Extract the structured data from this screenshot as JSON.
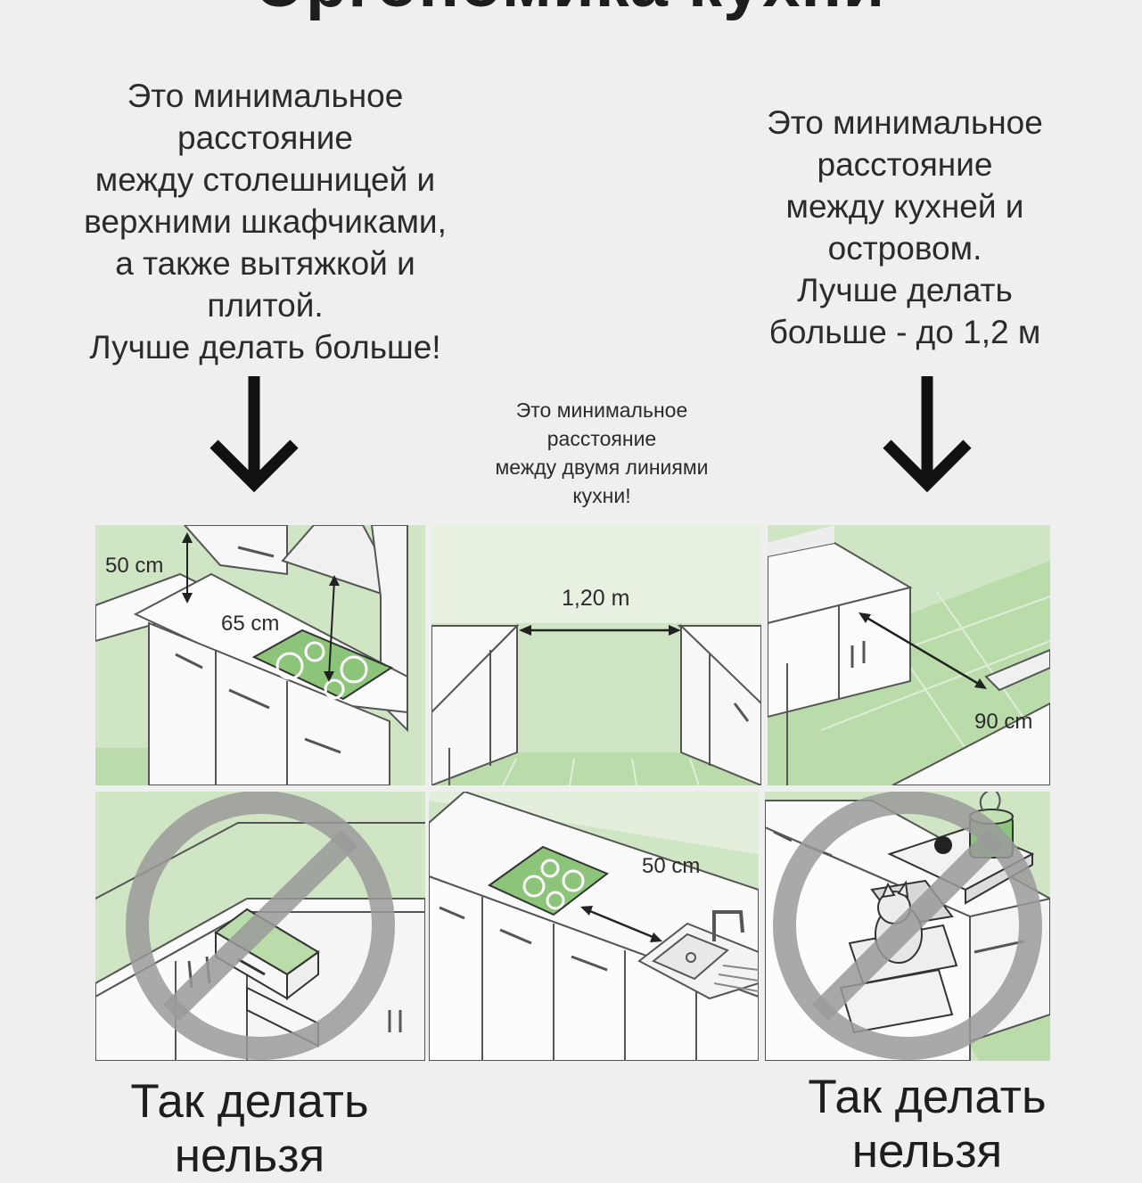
{
  "title": "Эргономика кухни",
  "captions": {
    "left": [
      "Это минимальное",
      "расстояние",
      "между столешницей и",
      "верхними шкафчиками,",
      "а также вытяжкой и",
      "плитой.",
      "Лучше делать больше!"
    ],
    "right": [
      "Это минимальное",
      "расстояние",
      "между кухней и",
      "островом.",
      "Лучше делать",
      "больше - до 1,2 м"
    ],
    "center": [
      "Это минимальное",
      "расстояние",
      "между двумя линиями",
      "кухни!"
    ]
  },
  "labels": {
    "p1_a": "50 cm",
    "p1_b": "65 cm",
    "p2_a": "1,20 m",
    "p3_a": "90 cm",
    "p5_a": "50 cm"
  },
  "bottom": {
    "left": "Так делать нельзя",
    "right": "Так делать нельзя"
  },
  "colors": {
    "green": "#cfe5c3",
    "tile": "#b9dcaa",
    "counter": "#fafafa",
    "forbidden": "#9a9a9a"
  }
}
